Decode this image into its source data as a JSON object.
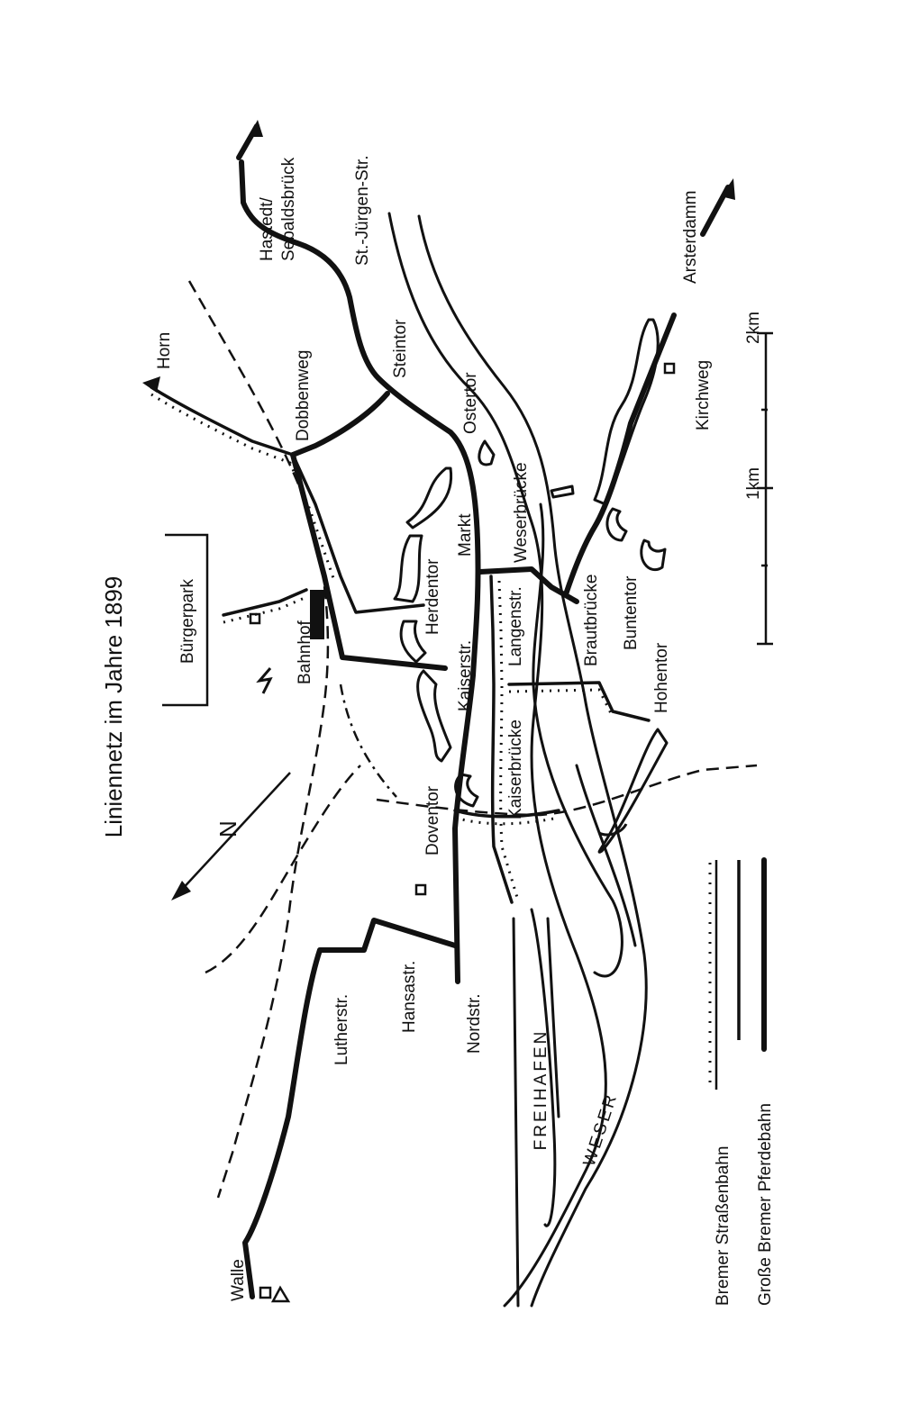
{
  "title": "Liniennetz im Jahre 1899",
  "places": {
    "hastedt": "Hastedt/ Sebaldsbrück",
    "st_juergen": "St.-Jürgen-Str.",
    "steintor": "Steintor",
    "dobbenweg": "Dobbenweg",
    "horn": "Horn",
    "ostertor": "Ostertor",
    "weserbruecke": "Weserbrücke",
    "markt": "Markt",
    "herdentor": "Herdentor",
    "buergerpark": "Bürgerpark",
    "bahnhof": "Bahnhof",
    "kaiserstr": "Kaiserstr.",
    "langenstr": "Langenstr.",
    "brautbruecke": "Brautbrücke",
    "buntentor": "Buntentor",
    "hohentor": "Hohentor",
    "kaiserbruecke": "Kaiserbrücke",
    "doventor": "Doventor",
    "nordstr": "Nordstr.",
    "hansastr": "Hansastr.",
    "lutherstr": "Lutherstr.",
    "walle": "Walle",
    "freihafen": "FREIHAFEN",
    "weser": "WESER",
    "arsterdamm": "Arsterdamm",
    "kirchweg": "Kirchweg"
  },
  "scale": {
    "one_km": "1km",
    "two_km": "2km"
  },
  "legend": [
    {
      "label": "Bremer Straßenbahn",
      "style": "ticked-line"
    },
    {
      "label": "Große Bremer Pferdebahn",
      "style": "thick-line"
    }
  ],
  "north_arrow": "N"
}
